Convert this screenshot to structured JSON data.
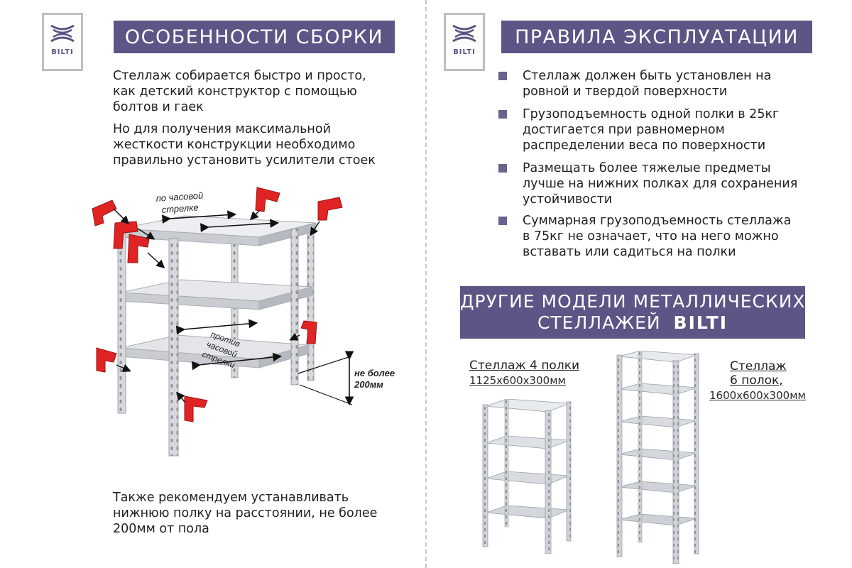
{
  "brand": "BILTI",
  "colors": {
    "banner": "#5c5585",
    "bullet": "#6a6390",
    "bracket": "#e02424"
  },
  "left": {
    "title": "ОСОБЕННОСТИ СБОРКИ",
    "intro": [
      "Стеллаж собирается быстро и просто,",
      "как детский конструктор с помощью",
      "болтов и гаек"
    ],
    "intro2": [
      "Но для получения максимальной",
      "жесткости конструкции необходимо",
      "правильно установить усилители стоек"
    ],
    "diagram": {
      "clockwise": [
        "по часовой",
        "стрелке"
      ],
      "counter": [
        "против",
        "часовой",
        "стрелки"
      ],
      "distance": [
        "не более",
        "200мм"
      ]
    },
    "footer": [
      "Также рекомендуем устанавливать",
      "нижнюю полку на расстоянии, не более",
      "200мм от пола"
    ]
  },
  "right": {
    "title": "ПРАВИЛА ЭКСПЛУАТАЦИИ",
    "rules": [
      [
        "Стеллаж должен быть установлен на",
        "ровной и твердой поверхности"
      ],
      [
        "Грузоподъемность одной полки в 25кг",
        "достигается при равномерном",
        "распределении веса по поверхности"
      ],
      [
        "Размещать более тяжелые предметы",
        "лучше на нижних полках для сохранения",
        "устойчивости"
      ],
      [
        "Суммарная грузоподъемность стеллажа",
        "в 75кг не означает, что на него можно",
        "вставать или садиться на полки"
      ]
    ],
    "models_title": [
      "ДРУГИЕ МОДЕЛИ МЕТАЛЛИЧЕСКИХ",
      "СТЕЛЛАЖЕЙ"
    ],
    "models": [
      {
        "name": "Стеллаж 4 полки",
        "dims": "1125х600х300мм"
      },
      {
        "name": [
          "Стеллаж",
          "6 полок,"
        ],
        "dims": "1600х600х300мм"
      }
    ]
  }
}
